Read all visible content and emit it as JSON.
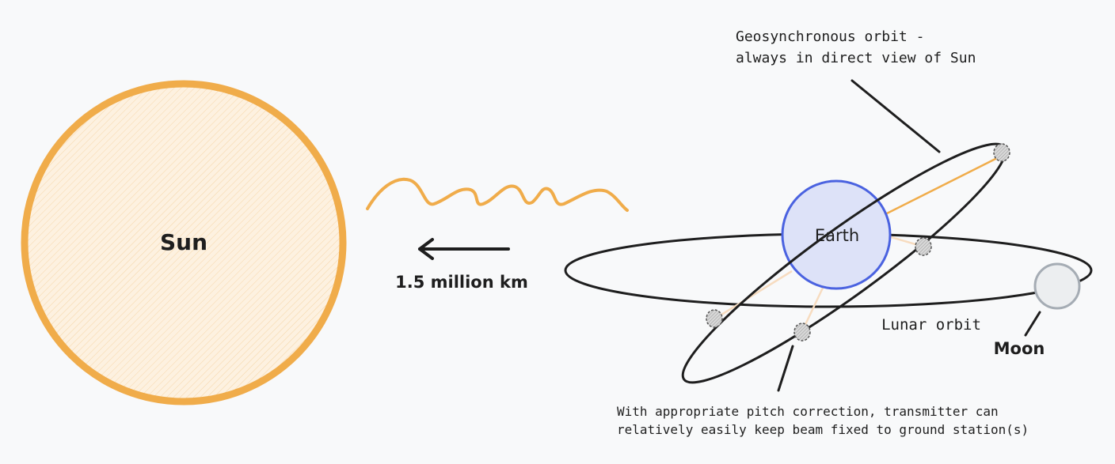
{
  "diagram": {
    "sun_label": "Sun",
    "earth_label": "Earth",
    "moon_label": "Moon",
    "lunar_orbit_label": "Lunar orbit",
    "distance_label": "1.5 million km",
    "geo_note": {
      "line1": "Geosynchronous orbit -",
      "line2": "always in direct view of Sun"
    },
    "pitch_note": {
      "line1": "With appropriate pitch correction, transmitter can",
      "line2": "relatively easily keep beam fixed to ground station(s)"
    }
  },
  "colors": {
    "sun_stroke": "#f0ac4a",
    "sun_fill": "#fdf1e0",
    "earth_stroke": "#4a62e0",
    "earth_fill": "#dde2f8",
    "moon_stroke": "#a5acb4",
    "moon_fill": "#eceef0",
    "orbit_stroke": "#1e1e1e",
    "beam": "#f0ac4a",
    "beam_faint": "#f7dcc0",
    "satellite": "#7a7a7a"
  }
}
